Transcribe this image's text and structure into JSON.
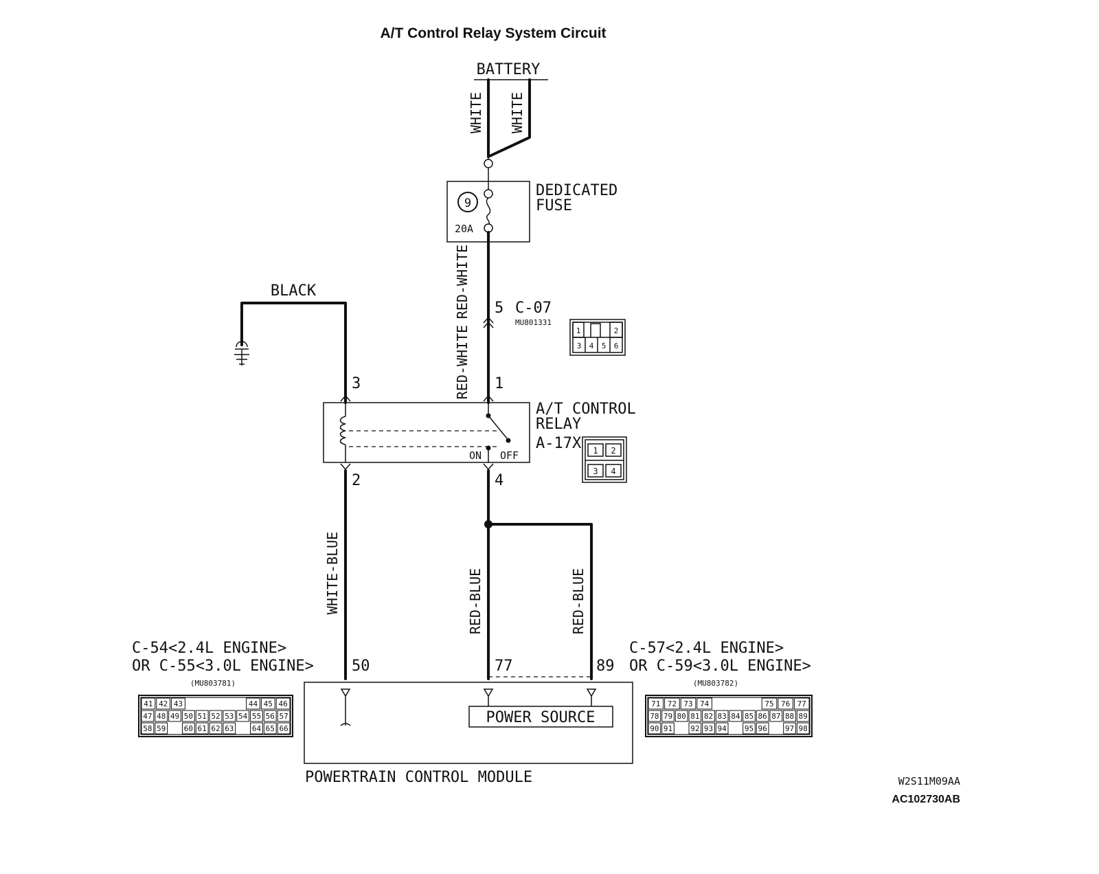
{
  "title": "A/T Control Relay System Circuit",
  "battery": {
    "label": "BATTERY"
  },
  "wires": {
    "white_left": "WHITE",
    "white_right": "WHITE",
    "red_white_upper": "RED-WHITE",
    "red_white_lower": "RED-WHITE",
    "black": "BLACK",
    "white_blue": "WHITE-BLUE",
    "red_blue_left": "RED-BLUE",
    "red_blue_right": "RED-BLUE"
  },
  "fuse": {
    "label_line1": "DEDICATED",
    "label_line2": "FUSE",
    "number": "9",
    "rating": "20A"
  },
  "connector_c07": {
    "pin": "5",
    "label": "C-07",
    "part": "MU801331",
    "cells": [
      "1",
      "2",
      "3",
      "4",
      "5",
      "6"
    ]
  },
  "relay": {
    "label_line1": "A/T CONTROL",
    "label_line2": "RELAY",
    "connector": "A-17X",
    "pin_top_left": "3",
    "pin_top_right": "1",
    "pin_bottom_left": "2",
    "pin_bottom_right": "4",
    "on": "ON",
    "off": "OFF",
    "cells": [
      "1",
      "2",
      "3",
      "4"
    ]
  },
  "pcm": {
    "label": "POWERTRAIN CONTROL MODULE",
    "power_source": "POWER SOURCE",
    "pin_50": "50",
    "pin_77": "77",
    "pin_89": "89"
  },
  "left_connector": {
    "line1": "C-54<2.4L ENGINE>",
    "line2": "OR C-55<3.0L ENGINE>",
    "part": "(MU803781)",
    "rows": [
      [
        "41",
        "42",
        "43",
        "",
        "",
        "",
        "",
        "44",
        "45",
        "46"
      ],
      [
        "47",
        "48",
        "49",
        "50",
        "51",
        "52",
        "53",
        "54",
        "55",
        "56",
        "57"
      ],
      [
        "58",
        "59",
        "",
        "60",
        "61",
        "62",
        "63",
        "",
        "64",
        "65",
        "66"
      ]
    ]
  },
  "right_connector": {
    "line1": "C-57<2.4L ENGINE>",
    "line2": "OR C-59<3.0L ENGINE>",
    "part": "(MU803782)",
    "rows": [
      [
        "71",
        "72",
        "73",
        "74",
        "",
        "",
        "",
        "75",
        "76",
        "77"
      ],
      [
        "78",
        "79",
        "80",
        "81",
        "82",
        "83",
        "84",
        "85",
        "86",
        "87",
        "88",
        "89"
      ],
      [
        "90",
        "91",
        "",
        "92",
        "93",
        "94",
        "",
        "95",
        "96",
        "",
        "97",
        "98"
      ]
    ]
  },
  "codes": {
    "code1": "W2S11M09AA",
    "code2": "AC102730AB"
  }
}
